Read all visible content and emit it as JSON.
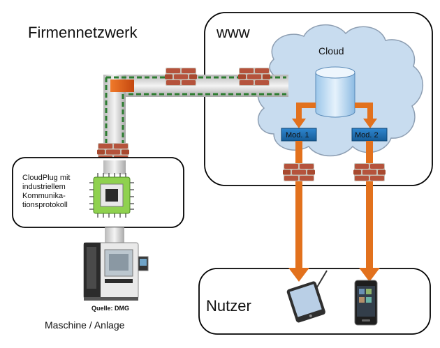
{
  "labels": {
    "company_network": "Firmennetzwerk",
    "www": "www",
    "cloud": "Cloud",
    "module_1": "Mod. 1",
    "module_2": "Mod. 2",
    "cloudplug_lines": [
      "CloudPlug mit",
      "industriellem",
      "Kommunika-",
      "tionsprotokoll"
    ],
    "source": "Quelle: DMG",
    "machine": "Maschine / Anlage",
    "users": "Nutzer"
  },
  "colors": {
    "arrow": "#e2711d",
    "module": "#1e73b8",
    "brick": "#b5533c",
    "tunnel_green": "#2e7d32",
    "cloud_fill": "#c8dcef"
  },
  "icons": [
    "firewall-icon",
    "database-icon",
    "cloudplug-chip-icon",
    "cnc-machine-icon",
    "tablet-icon",
    "smartphone-icon"
  ]
}
